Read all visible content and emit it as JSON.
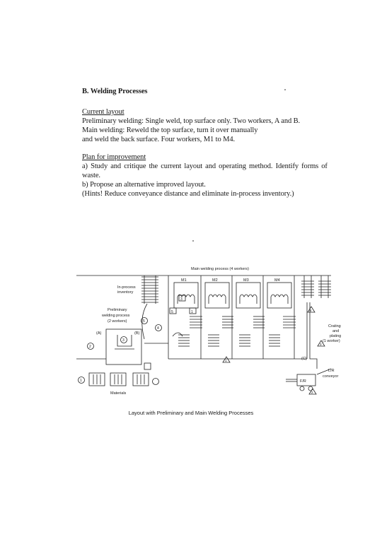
{
  "section": {
    "title": "B. Welding Processes"
  },
  "current_layout": {
    "heading": "Current layout",
    "lines": [
      "Preliminary welding: Single weld, top surface only. Two workers, A and B.",
      "Main welding: Reweld the top surface, turn it over manually",
      "and weld the back surface. Four workers, M1 to M4."
    ]
  },
  "plan": {
    "heading": "Plan for improvement",
    "lines": [
      "a) Study and critique the current layout and operating method. Identify forms of",
      "waste.",
      "b) Propose an alternative improved layout.",
      "(Hints! Reduce conveyance distance and eliminate in-process inventory.)"
    ]
  },
  "diagram": {
    "main_title": "Main welding process (4 workers)",
    "inprocess_label": [
      "In-process",
      "inventory"
    ],
    "prelim_label": [
      "Preliminary",
      "welding process",
      "(2 workers)"
    ],
    "stations": [
      "M1",
      "M2",
      "M3",
      "M4"
    ],
    "worker_a": "(A)",
    "worker_b": "(B)",
    "worker_c": "(C)",
    "crating_label": [
      "Crating",
      "and",
      "plating",
      "(1 worker)"
    ],
    "lr_label": [
      "L/R",
      "conveyor"
    ],
    "fr_label": "F/R",
    "materials_label": "Materials",
    "circle_numbers": [
      "1",
      "2",
      "3",
      "4",
      "5"
    ],
    "triangle_marks": [
      "1",
      "2",
      "3",
      "4"
    ],
    "box_marks": [
      "5",
      "1",
      "3"
    ]
  },
  "caption": "Layout with Preliminary and Main Welding Processes"
}
